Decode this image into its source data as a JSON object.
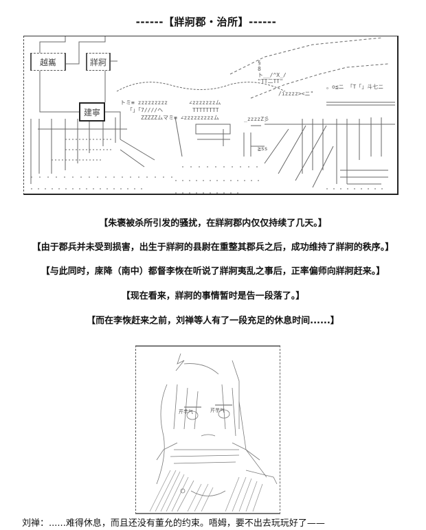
{
  "page": {
    "title": "------【牂牁郡・治所】------"
  },
  "scene": {
    "map_labels": {
      "yuexi": "越巂",
      "zangke": "牂牁",
      "jianning": "建寧"
    },
    "aa_fragments": {
      "zzz_row_1": "トミ≡ zzzzzzzzz",
      "zzz_row_2": "∠zzzzzzzム",
      "zzz_row_3": "TTTTTTTT",
      "zzz_row_4": "ZZZZZムマミ≡ ∠zzzzzzzzzム",
      "zzz_row_5": "_zzzzZ彡",
      "left_ladder": "「」「7////ヘ",
      "lantern": "§\n8\nト__/^X_/\n\"TT二TT\"",
      "roof_right": "/izzzz><ニ\"",
      "right_terraces": "。o≦ニ 「T「」斗七ニ",
      "small_eq": "≧ss"
    }
  },
  "narration": {
    "line_1": "【朱褒被杀所引发的骚扰，在牂牁郡内仅仅持续了几天。】",
    "line_2": "【由于郡兵并未受到损害，出生于牂牁的县尉在重整其郡兵之后，成功维持了牂牁的秩序。】",
    "line_3": "【与此同时，庲降（南中）都督李恢在听说了牂牁夷乱之事后，正率偏师向牂牁赶来。】",
    "line_4": "【现在看来，牂牁的事情暂时是告一段落了。】",
    "line_5": "【而在李恢赶来之前，刘禅等人有了一段充足的休息时间......】"
  },
  "character": {
    "aa_labels": {
      "eye_left": "芹芋气",
      "eye_right": "芹芋气"
    }
  },
  "dialogue": {
    "speaker": "刘禅",
    "separator": "：",
    "text": "......难得休息，而且还没有董允的约束。唔姆，要不出去玩玩好了——"
  }
}
